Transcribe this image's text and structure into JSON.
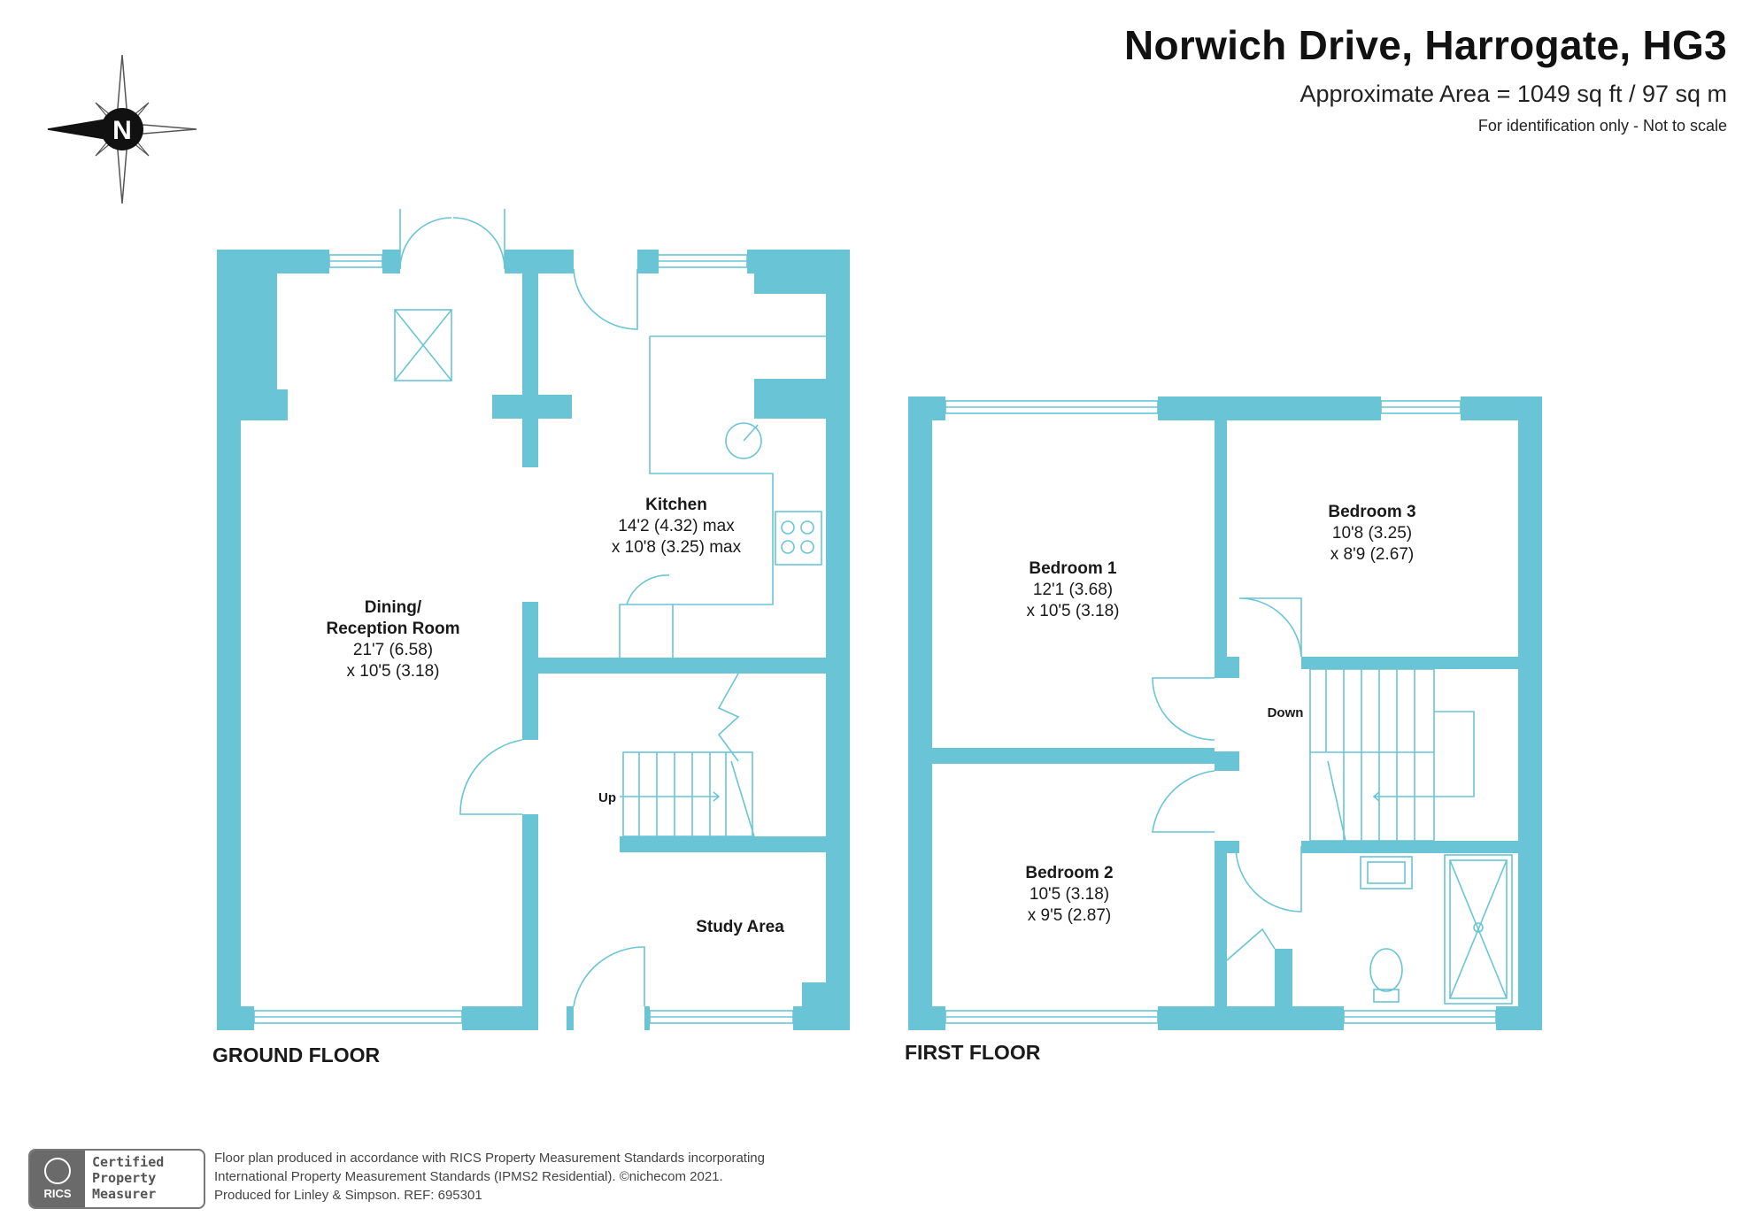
{
  "header": {
    "title": "Norwich Drive, Harrogate, HG3",
    "area": "Approximate Area = 1049 sq ft / 97 sq m",
    "note": "For identification only - Not to scale"
  },
  "compass": {
    "label": "N"
  },
  "colors": {
    "wall": "#69c5d6",
    "fixture": "#69c5d6",
    "text": "#1a1a1a"
  },
  "ground_floor": {
    "title": "GROUND FLOOR",
    "rooms": {
      "dining": {
        "name": "Dining/",
        "name2": "Reception Room",
        "dim1": "21'7 (6.58)",
        "dim2": "x 10'5 (3.18)"
      },
      "kitchen": {
        "name": "Kitchen",
        "dim1": "14'2 (4.32) max",
        "dim2": "x 10'8 (3.25) max"
      },
      "study": {
        "name": "Study Area"
      }
    },
    "stairs_label": "Up"
  },
  "first_floor": {
    "title": "FIRST FLOOR",
    "rooms": {
      "bedroom1": {
        "name": "Bedroom 1",
        "dim1": "12'1 (3.68)",
        "dim2": "x 10'5 (3.18)"
      },
      "bedroom2": {
        "name": "Bedroom 2",
        "dim1": "10'5 (3.18)",
        "dim2": "x 9'5 (2.87)"
      },
      "bedroom3": {
        "name": "Bedroom 3",
        "dim1": "10'8 (3.25)",
        "dim2": "x 8'9 (2.67)"
      }
    },
    "stairs_label": "Down"
  },
  "footer": {
    "logo": {
      "wordmark": "RICS",
      "line1": "Certified",
      "line2": "Property",
      "line3": "Measurer"
    },
    "line1": "Floor plan produced in accordance with RICS Property Measurement Standards incorporating",
    "line2": "International Property Measurement Standards (IPMS2 Residential).  ©nichecom 2021.",
    "line3": "Produced for Linley & Simpson.   REF:  695301"
  }
}
